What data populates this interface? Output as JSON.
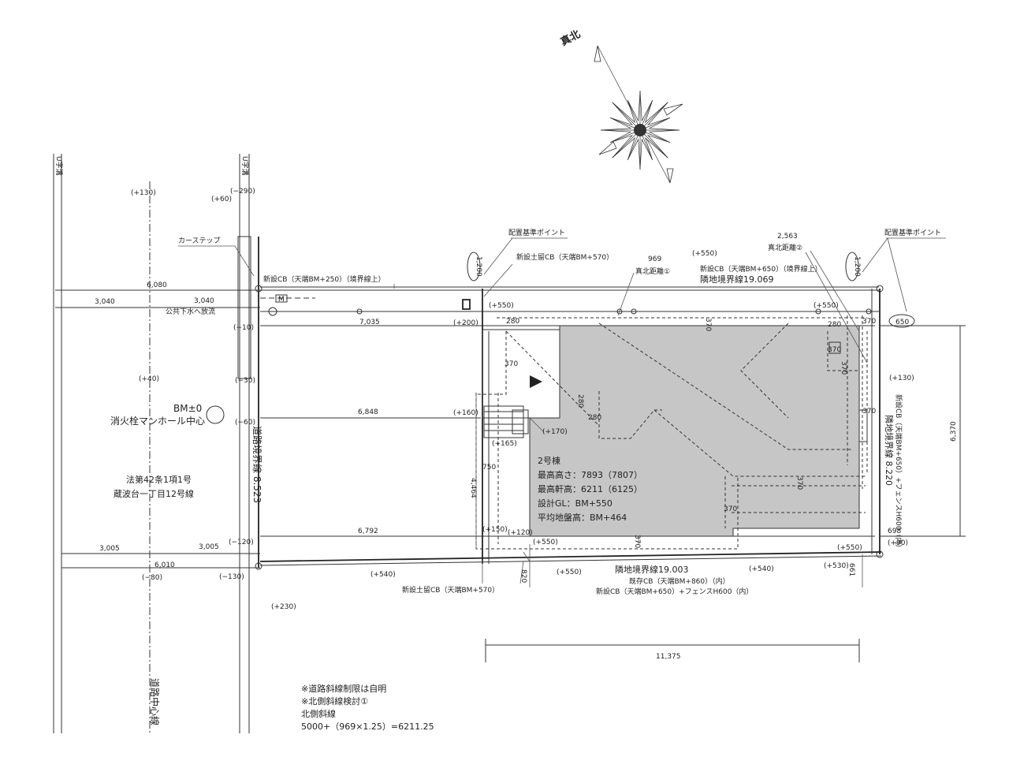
{
  "compass": {
    "label": "真北"
  },
  "roads": {
    "ditch_left": "U字溝",
    "ditch_right": "U字溝",
    "road_center": "道路中心線",
    "road_boundary": "道路境界線 8.523",
    "law": "法第42条1項1号",
    "road_name": "蔵波台一丁目12号線",
    "car_step": "カーステップ",
    "sewer": "公共下水へ放流"
  },
  "benchmark": {
    "label": "BM±0",
    "desc": "消火栓マンホール中心"
  },
  "callouts": {
    "ref_left": "配置基準ポイント",
    "ref_right": "配置基準ポイント",
    "retaining_top": "新設土留CB（天端BM+570）",
    "retaining_bottom": "新設土留CB（天端BM+570）",
    "north_dist1": "真北距離①",
    "north_dist2": "真北距離②",
    "cb_top": "新設CB（天端BM+650）（境界線上）",
    "boundary_top": "隣地境界線19.069",
    "cb_road": "新設CB（天端BM+250）（境界線上）",
    "boundary_bottom": "隣地境界線19.003",
    "existing_cb": "既存CB（天端BM+860）（内）",
    "new_cb_fence": "新設CB（天端BM+650）+フェンスH600（内）",
    "boundary_right": "隣地境界線 8.220",
    "boundary_right_cb": "新設CB（天端BM+650）+フェンスH600（内）"
  },
  "building": {
    "name": "2号棟",
    "max_height": "最高高さ：7893（7807）",
    "max_eave": "最高軒高：6211（6125）",
    "design_gl": "設計GL：BM+550",
    "avg_gl": "平均地盤高：BM+464"
  },
  "dims": {
    "d6080": "6,080",
    "d3040a": "3,040",
    "d3040b": "3,040",
    "d7035": "7,035",
    "d6848": "6,848",
    "d6792": "6,792",
    "d3005a": "3,005",
    "d3005b": "3,005",
    "d6010": "6,010",
    "d969": "969",
    "d2563": "2,563",
    "d11375": "11,375",
    "d6370": "6,370",
    "d4464": "4,464",
    "d750": "750",
    "d820": "820",
    "d661": "661",
    "d698": "698",
    "d1200a": "1,200",
    "d1200b": "1,200",
    "d650": "650",
    "d280a": "280",
    "d280b": "280",
    "d280c": "280",
    "d280d": "280",
    "d370a": "370",
    "d370b": "370",
    "d370c": "370",
    "d370d": "370",
    "d370e": "370",
    "d370f": "370",
    "d370g": "370",
    "d370h": "370",
    "d370i": "370"
  },
  "levels": {
    "p130a": "(+130)",
    "p60a": "(+60)",
    "m290": "(−290)",
    "m10": "(−10)",
    "p40": "(+40)",
    "m30": "(−30)",
    "m60": "(−60)",
    "m120": "(−120)",
    "m80": "(−80)",
    "m130": "(−130)",
    "p230": "(+230)",
    "p540a": "(+540)",
    "p550top": "(+550)",
    "p550a": "(+550)",
    "p550b": "(+550)",
    "p200": "(+200)",
    "p160": "(+160)",
    "p170": "(+170)",
    "p165": "(+165)",
    "p150": "(+150)",
    "p120": "(+120)",
    "p550c": "(+550)",
    "p550d": "(+550)",
    "p540b": "(+540)",
    "p530": "(+530)",
    "p550e": "(+550)",
    "p130b": "(+130)",
    "p90": "(+90)"
  },
  "notes": {
    "line1": "※道路斜線制限は自明",
    "line2": "※北側斜線検討①",
    "line3": "北側斜線",
    "line4": "5000+（969×1.25）=6211.25"
  }
}
